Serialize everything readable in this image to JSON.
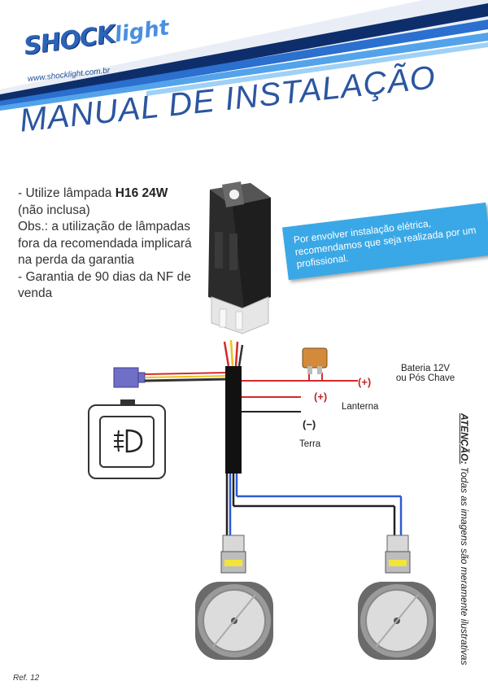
{
  "brand": {
    "logo_shock": "SHOCK",
    "logo_light": "light",
    "website": "www.shocklight.com.br"
  },
  "title": "MANUAL DE INSTALAÇÃO",
  "instructions": {
    "line1_prefix": "- Utilize lâmpada ",
    "line1_bold": "H16 24W",
    "line2": "(não inclusa)",
    "obs": "Obs.: a utilização de lâmpadas fora da recomendada implicará na perda da garantia",
    "warranty": "- Garantia de 90 dias da NF de venda"
  },
  "notice": "Por envolver instalação elétrica, recomendamos que seja realizada por um profissional.",
  "diagram": {
    "battery_label_1": "Bateria 12V",
    "battery_label_2": "ou Pós Chave",
    "plus_symbol": "(+)",
    "minus_symbol": "(−)",
    "lanterna_label": "Lanterna",
    "terra_label": "Terra"
  },
  "attention": {
    "label": "ATENÇÃO:",
    "text": "Todas as imagens são meramente ilustrativas"
  },
  "ref": "Ref. 12",
  "colors": {
    "brand_blue": "#2b56a0",
    "notice_bg": "#3aa8e6",
    "wire_red": "#d42a2a",
    "wire_blue": "#2d5bd0"
  }
}
